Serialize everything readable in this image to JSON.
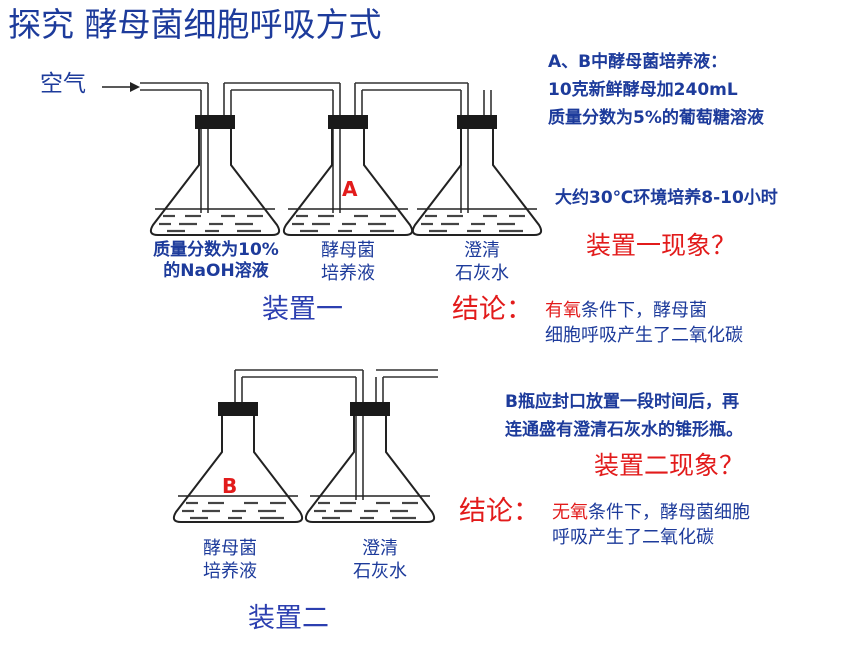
{
  "title": "探究   酵母菌细胞呼吸方式",
  "air_label": "空气",
  "info": {
    "line1": "A、B中酵母菌培养液：",
    "line2": "10克新鲜酵母加240mL",
    "line3": "质量分数为5%的葡萄糖溶液",
    "culture": "大约30℃环境培养8-10小时"
  },
  "setup1": {
    "flask_a_mark": "A",
    "flasks": [
      {
        "line1": "质量分数为10%",
        "line2": "的NaOH溶液"
      },
      {
        "line1": "酵母菌",
        "line2": "培养液"
      },
      {
        "line1": "澄清",
        "line2": "石灰水"
      }
    ],
    "name": "装置一",
    "question": "装置一现象？",
    "conclusion_label": "结论：",
    "conclusion_key": "有氧",
    "conclusion_rest": "条件下，酵母菌",
    "conclusion_line2": "细胞呼吸产生了二氧化碳"
  },
  "setup2": {
    "note_line1": "B瓶应封口放置一段时间后，再",
    "note_line2": "连通盛有澄清石灰水的锥形瓶。",
    "flask_b_mark": "B",
    "flasks": [
      {
        "line1": "酵母菌",
        "line2": "培养液"
      },
      {
        "line1": "澄清",
        "line2": "石灰水"
      }
    ],
    "name": "装置二",
    "question": "装置二现象？",
    "conclusion_label": "结论：",
    "conclusion_key": "无氧",
    "conclusion_rest": "条件下，酵母菌细胞",
    "conclusion_line2": "呼吸产生了二氧化碳"
  }
}
